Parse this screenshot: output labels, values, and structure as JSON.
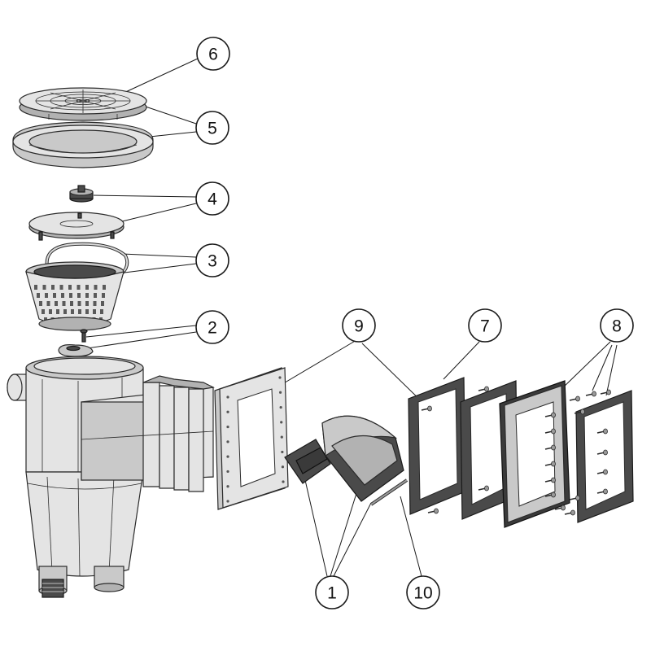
{
  "colors": {
    "outline": "#1a1a1a",
    "part_light": "#e4e4e4",
    "part_mid": "#c9c9c9",
    "part_dark": "#4a4a4a",
    "background": "#ffffff"
  },
  "callouts": [
    {
      "id": "1",
      "label": "1"
    },
    {
      "id": "2",
      "label": "2"
    },
    {
      "id": "3",
      "label": "3"
    },
    {
      "id": "4",
      "label": "4"
    },
    {
      "id": "5",
      "label": "5"
    },
    {
      "id": "6",
      "label": "6"
    },
    {
      "id": "7",
      "label": "7"
    },
    {
      "id": "8",
      "label": "8"
    },
    {
      "id": "9",
      "label": "9"
    },
    {
      "id": "10",
      "label": "10"
    }
  ]
}
